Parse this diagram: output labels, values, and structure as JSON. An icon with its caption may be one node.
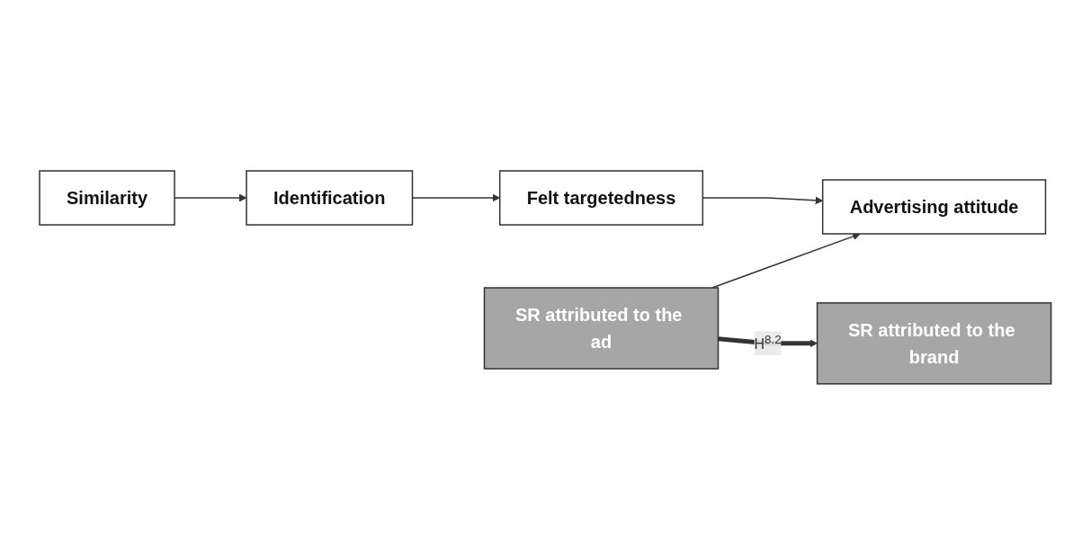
{
  "diagram": {
    "nodes": [
      {
        "text": [
          "Felt targetedness"
        ]
      },
      {
        "text": [
          "Advertising attitude"
        ]
      },
      {
        "text": [
          "SR attributed to the ad"
        ]
      },
      {
        "text": [
          "Similarity"
        ]
      },
      {
        "text": [
          "Identification"
        ]
      },
      {
        "text": [
          "SR attributed to the brand"
        ]
      }
    ],
    "edges": [
      {
        "from": 3,
        "to": 4,
        "arrow": "to"
      },
      {
        "from": 4,
        "to": 0,
        "arrow": "to"
      },
      {
        "from": 0,
        "to": 1,
        "arrow": "to"
      },
      {
        "from": 2,
        "to": 1,
        "arrow": "to"
      },
      {
        "from": 2,
        "to": 5,
        "arrow": "to",
        "label": "H$^{8.2}$",
        "style": "thick"
      }
    ]
  }
}
